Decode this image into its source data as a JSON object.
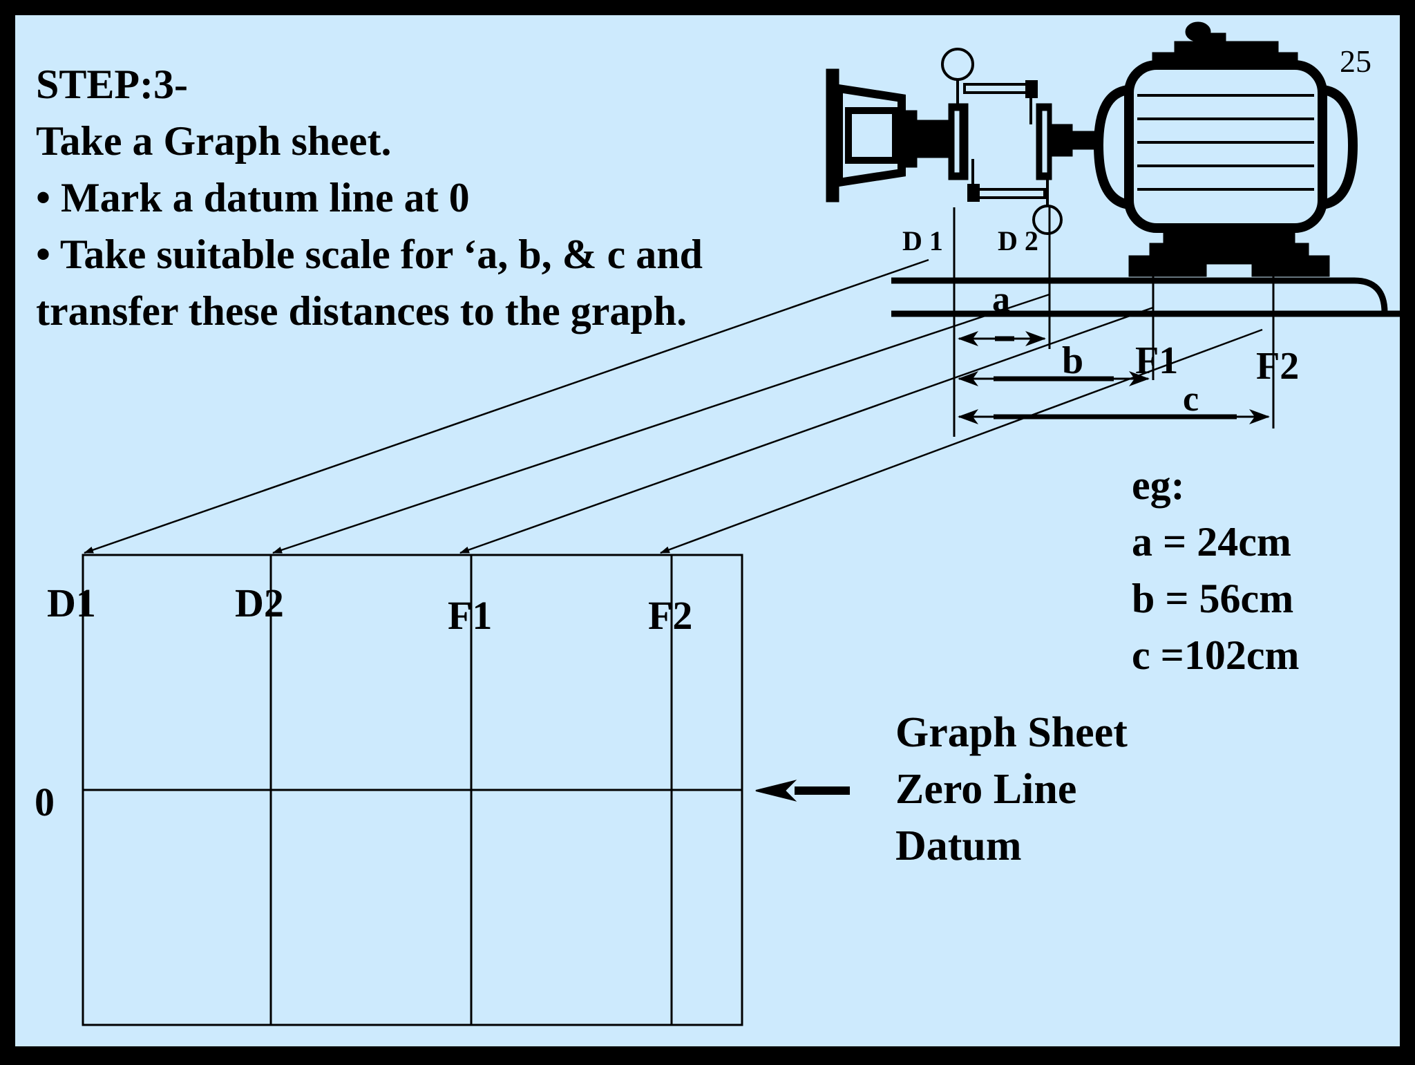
{
  "slide": {
    "page_number": "25",
    "step_title": "STEP:3-",
    "intro": "Take a Graph sheet.",
    "bullet1": "Mark a datum line at 0",
    "bullet2_line1": "Take suitable scale for ‘a, b, & c and",
    "bullet2_line2": "transfer these distances to the graph."
  },
  "machine": {
    "d1_label": "D 1",
    "d2_label": "D 2",
    "a_label": "a",
    "b_label": "b",
    "c_label": "c",
    "f1_label": "F1",
    "f2_label": "F2"
  },
  "graph": {
    "columns": [
      "D1",
      "D2",
      "F1",
      "F2"
    ],
    "zero_label": "0"
  },
  "example": {
    "heading": "eg:",
    "a": "a = 24cm",
    "b": "b = 56cm",
    "c": "c =102cm"
  },
  "datum_note": {
    "line1": "Graph Sheet",
    "line2": "Zero Line",
    "line3": "Datum"
  },
  "colors": {
    "background": "#cdeafd",
    "border": "#000000",
    "ink": "#000000"
  }
}
